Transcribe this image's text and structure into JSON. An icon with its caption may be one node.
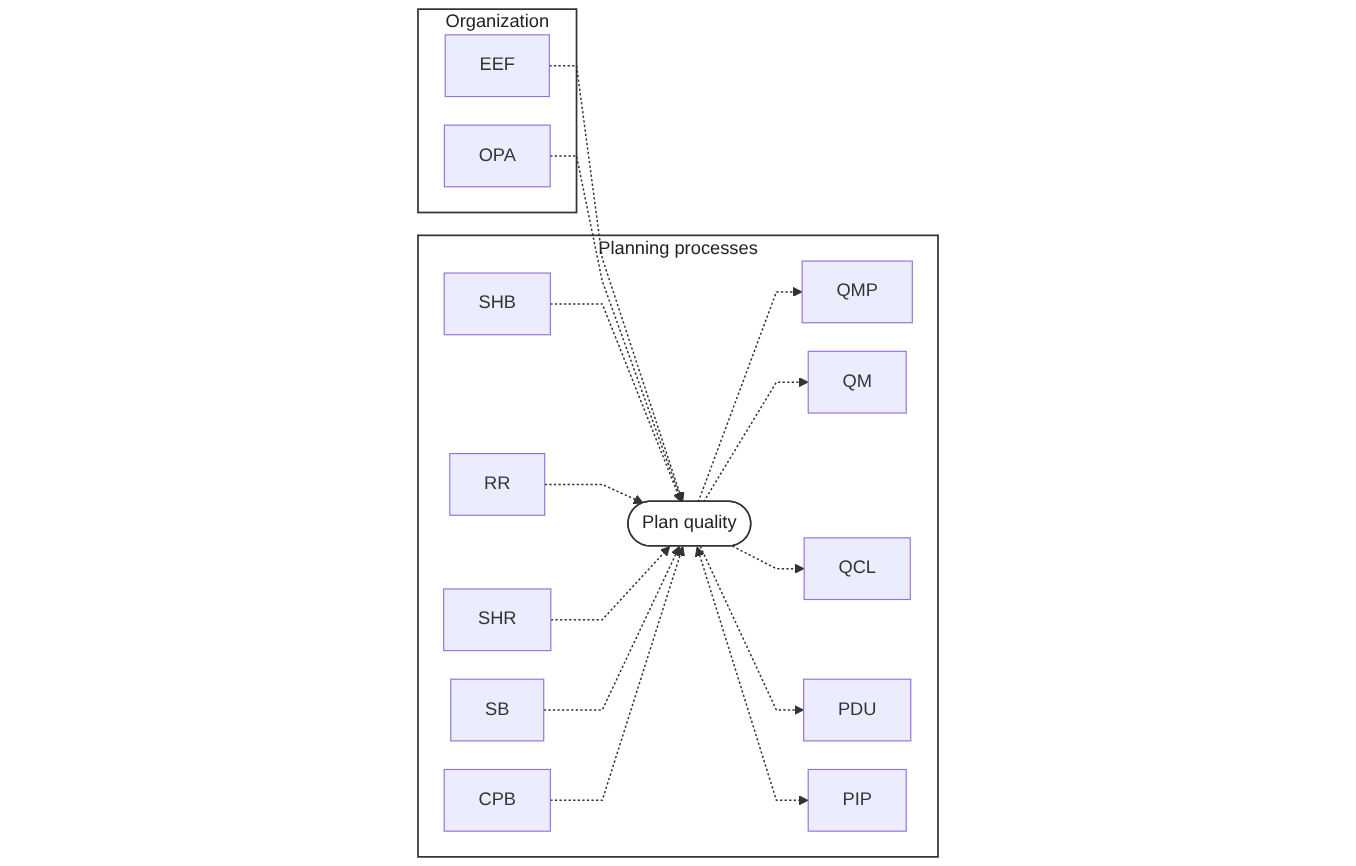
{
  "diagram": {
    "nodes": [
      {
        "text": [
          "Organization"
        ]
      },
      {
        "text": [
          "Planning processes"
        ]
      },
      {
        "text": [
          "EEF"
        ],
        "in": 0
      },
      {
        "text": [
          "SHB"
        ],
        "in": 1
      },
      {
        "text": [
          "RR"
        ],
        "in": 1
      },
      {
        "text": [
          "QMP"
        ],
        "in": 1
      },
      {
        "text": [
          "OPA"
        ],
        "in": 0
      },
      {
        "text": [
          "QM"
        ],
        "in": 1
      },
      {
        "text": [
          "Plan quality"
        ],
        "in": 1
      },
      {
        "text": [
          "SHR"
        ],
        "in": 1
      },
      {
        "text": [
          "QCL"
        ],
        "in": 1
      },
      {
        "text": [
          "SB"
        ],
        "in": 1
      },
      {
        "text": [
          "CPB"
        ],
        "in": 1
      },
      {
        "text": [
          "PDU"
        ],
        "in": 1
      },
      {
        "text": [
          "PIP"
        ],
        "in": 1
      }
    ],
    "edges": [
      {
        "from": 2,
        "to": 8,
        "arrow": "to",
        "style": "dashed"
      },
      {
        "from": 6,
        "to": 8,
        "arrow": "to",
        "style": "dashed"
      },
      {
        "from": 3,
        "to": 8,
        "arrow": "to",
        "style": "dashed"
      },
      {
        "from": 4,
        "to": 8,
        "arrow": "to",
        "style": "dashed"
      },
      {
        "from": 9,
        "to": 8,
        "arrow": "to",
        "style": "dashed"
      },
      {
        "from": 11,
        "to": 8,
        "arrow": "to",
        "style": "dashed"
      },
      {
        "from": 12,
        "to": 8,
        "arrow": "to",
        "style": "dashed"
      },
      {
        "from": 8,
        "to": 5,
        "arrow": "to",
        "style": "dashed"
      },
      {
        "from": 8,
        "to": 7,
        "arrow": "to",
        "style": "dashed"
      },
      {
        "from": 8,
        "to": 10,
        "arrow": "to",
        "style": "dashed"
      },
      {
        "from": 8,
        "to": 13,
        "arrow": "to",
        "style": "dashed"
      },
      {
        "from": 8,
        "to": 14,
        "arrow": "both",
        "style": "dashed"
      }
    ]
  }
}
